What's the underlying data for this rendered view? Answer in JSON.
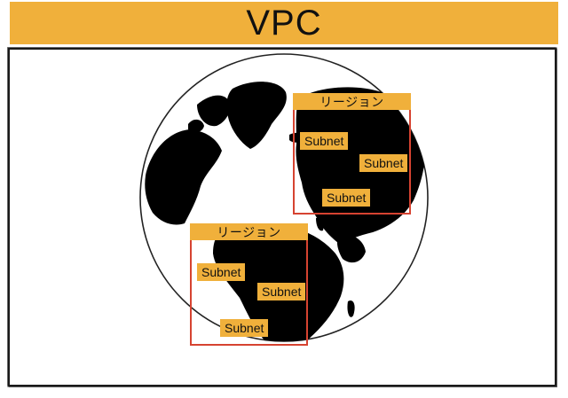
{
  "title": "VPC",
  "regions": [
    {
      "label": "リージョン",
      "subnets": [
        "Subnet",
        "Subnet",
        "Subnet"
      ]
    },
    {
      "label": "リージョン",
      "subnets": [
        "Subnet",
        "Subnet",
        "Subnet"
      ]
    }
  ],
  "colors": {
    "banner": "#f0b03b",
    "region_border": "#d64331",
    "land": "#000000",
    "ocean": "#ffffff"
  }
}
